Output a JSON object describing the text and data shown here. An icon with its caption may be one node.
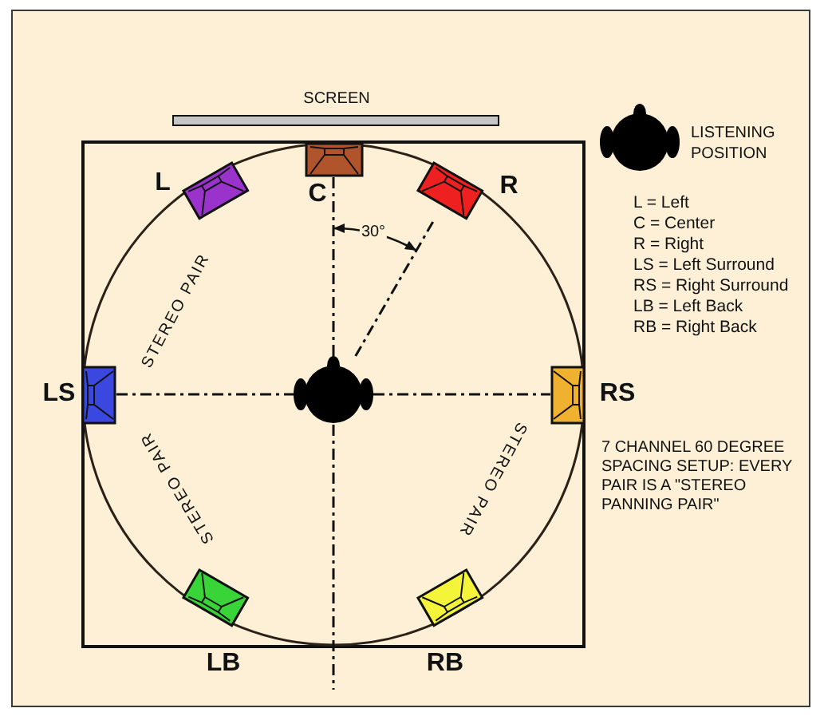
{
  "diagram": {
    "nodes": [
      {
        "text": [
          "SCREEN"
        ]
      },
      {
        "text": [
          "L"
        ]
      },
      {
        "text": [
          "C"
        ]
      },
      {
        "text": [
          "R"
        ]
      },
      {
        "text": [
          "LS"
        ]
      },
      {
        "text": [],
        "shape": "person"
      },
      {
        "text": [
          "RS"
        ]
      },
      {
        "text": [
          "LB"
        ]
      },
      {
        "text": [
          "RB"
        ]
      }
    ],
    "edges": [
      {
        "from": 2,
        "to": 5,
        "arrow": "none",
        "style": "dashed"
      },
      {
        "from": 4,
        "to": 5,
        "arrow": "none",
        "style": "dashed"
      },
      {
        "from": 5,
        "to": 6,
        "arrow": "none",
        "style": "dashed"
      },
      {
        "from": 5,
        "to": 3,
        "arrow": "none",
        "style": "dashed"
      },
      {
        "from": 5,
        "to": null,
        "arrow": "none",
        "style": "dashed"
      }
    ],
    "labels": [
      "30°",
      "STEREO PAIR",
      "STEREO PAIR",
      "STEREO PAIR",
      "L = Left",
      "C = Center",
      "R = Right",
      "LS = Left Surround",
      "RS = Right Surround",
      "LB = Left Back",
      "RB = Right Back",
      "7 CHANNEL 60 DEGREE SPACING SETUP: EVERY PAIR IS A \"STEREO PANNING PAIR\""
    ],
    "legend": [
      {
        "text": "LISTENING POSITION"
      }
    ]
  }
}
